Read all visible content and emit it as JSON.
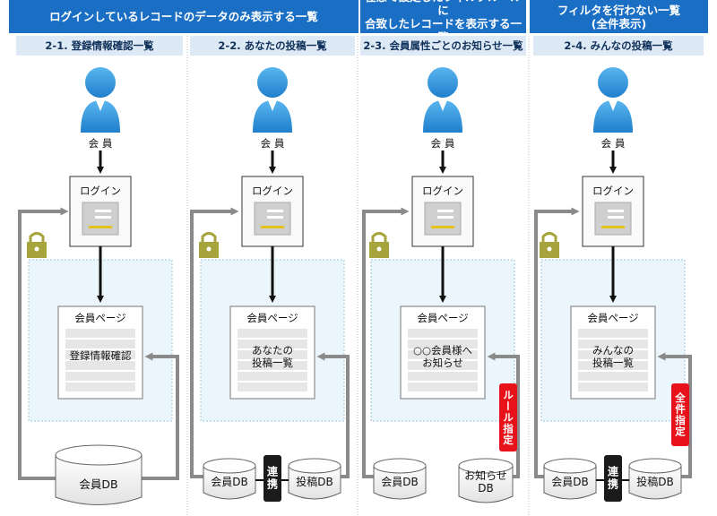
{
  "headers": [
    {
      "text": "ログインしているレコードのデータのみ表示する一覧"
    },
    {
      "line1": "任意で設定したフィルタルールに",
      "line2": "合致したレコードを表示する一覧"
    },
    {
      "line1": "フィルタを行わない一覧",
      "line2": "(全件表示)"
    }
  ],
  "columns": [
    {
      "title": "2-1. 登録情報確認一覧",
      "member_label": "会 員",
      "login_label": "ログイン",
      "page_label": "会員ページ",
      "page_lines": [
        "登録情報確認"
      ],
      "db_left": "会員DB"
    },
    {
      "title": "2-2. あなたの投稿一覧",
      "member_label": "会 員",
      "login_label": "ログイン",
      "page_label": "会員ページ",
      "page_lines": [
        "あなたの",
        "投稿一覧"
      ],
      "db_left": "会員DB",
      "link_tag": "連携",
      "db_right": "投稿DB"
    },
    {
      "title": "2-3. 会員属性ごとのお知らせ一覧",
      "member_label": "会 員",
      "login_label": "ログイン",
      "page_label": "会員ページ",
      "page_lines": [
        "○○会員様へ",
        "お知らせ"
      ],
      "db_left": "会員DB",
      "db_right_lines": [
        "お知らせ",
        "DB"
      ],
      "rule_tag": "ルール指定"
    },
    {
      "title": "2-4. みんなの投稿一覧",
      "member_label": "会 員",
      "login_label": "ログイン",
      "page_label": "会員ページ",
      "page_lines": [
        "みんなの",
        "投稿一覧"
      ],
      "db_left": "会員DB",
      "link_tag": "連携",
      "db_right": "投稿DB",
      "rule_tag": "全件指定"
    }
  ],
  "colors": {
    "header_blue": "#1a6fc4",
    "subheader": "#dde9f5",
    "accent_red": "#e8121a",
    "lock_olive": "#a7a43d",
    "member_blue": "#2c8fd6",
    "flow_gray": "#8a8a8a"
  }
}
